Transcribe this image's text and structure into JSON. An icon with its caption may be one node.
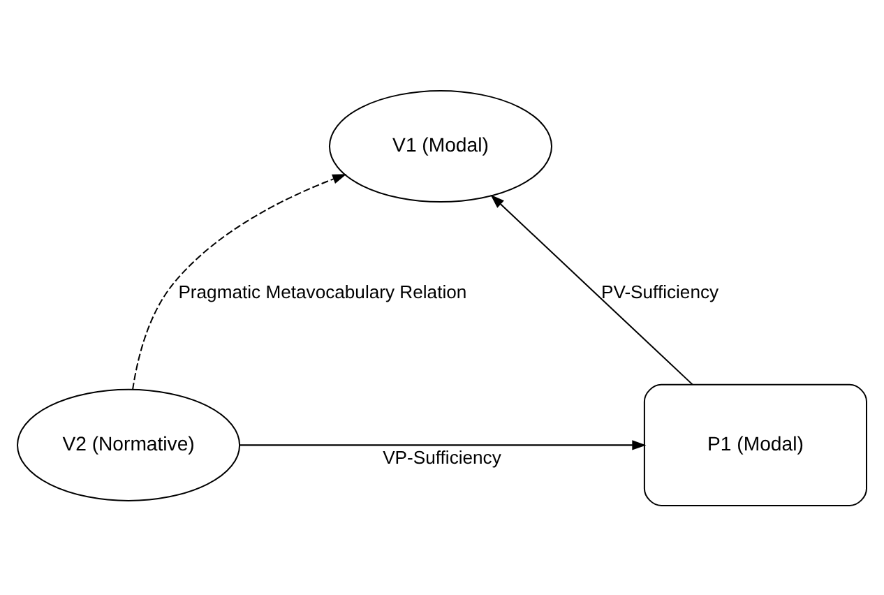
{
  "diagram": {
    "nodes": [
      {
        "text": [
          "V1 (Modal)"
        ]
      },
      {
        "text": [
          "V2 (Normative)"
        ]
      },
      {
        "text": [
          "P1 (Modal)"
        ]
      }
    ],
    "edges": [
      {
        "from": 1,
        "to": 0,
        "arrow": "to",
        "style": "dashed",
        "label": "Pragmatic Metavocabulary Relation"
      },
      {
        "from": 1,
        "to": 2,
        "arrow": "to",
        "label": "VP-Sufficiency"
      },
      {
        "from": 2,
        "to": 0,
        "arrow": "to",
        "label": "PV-Sufficiency"
      }
    ]
  }
}
